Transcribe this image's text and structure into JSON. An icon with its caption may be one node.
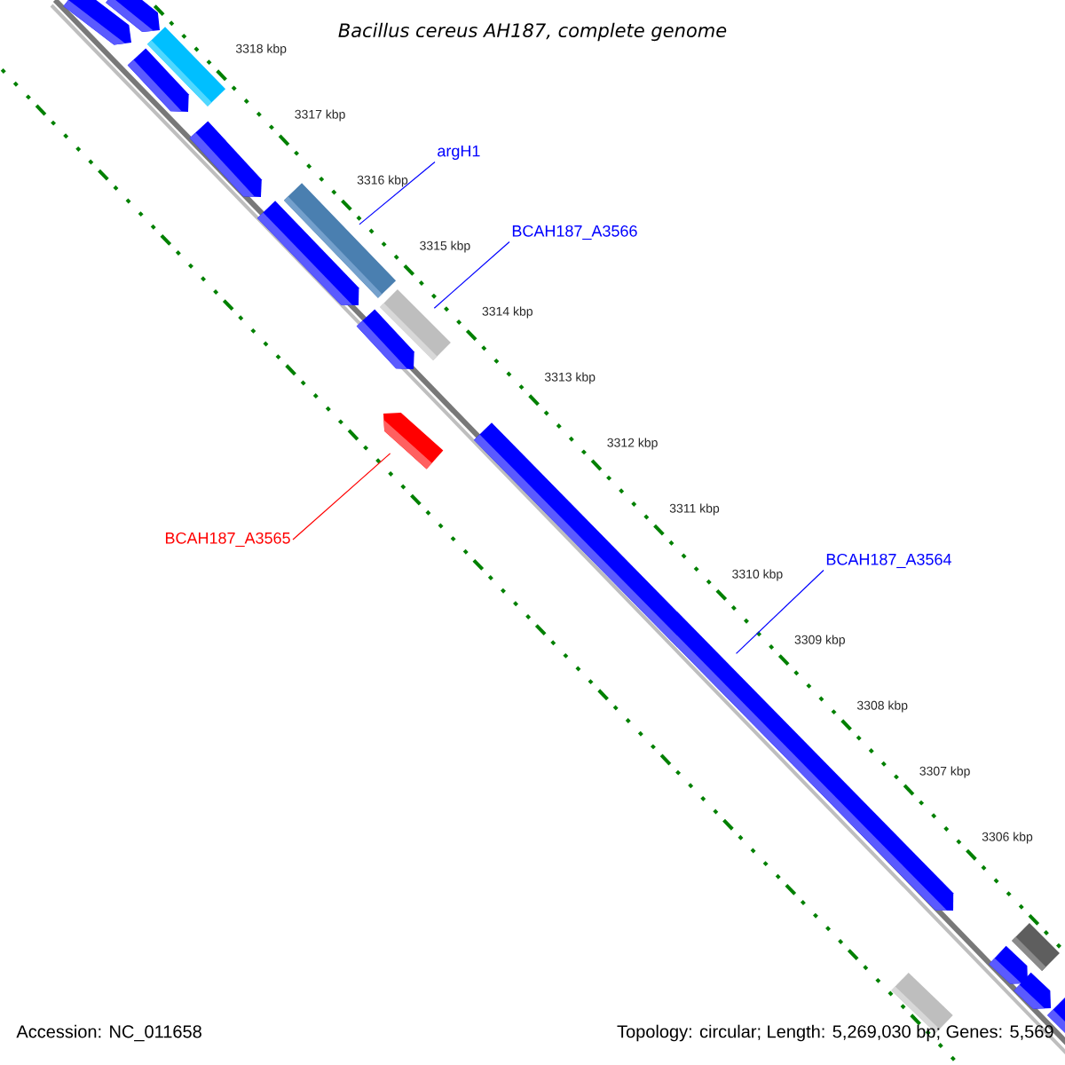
{
  "diagram": {
    "title": "Bacillus cereus AH187, complete genome",
    "nodes": [
      {
        "text": [
          "argH1"
        ]
      },
      {
        "text": [
          "BCAH187_A3566"
        ]
      },
      {
        "text": [],
        "shape": "arrow"
      },
      {
        "text": [],
        "shape": "arrow"
      },
      {
        "text": [],
        "shape": "arrow"
      },
      {
        "text": [],
        "shape": "arrow"
      },
      {
        "text": [
          "BCAH187_A3565"
        ]
      },
      {
        "text": [
          "BCAH187_A3564"
        ]
      }
    ],
    "edges": [
      {
        "from": 0,
        "to": 2,
        "arrow": "none"
      },
      {
        "from": 1,
        "to": 3,
        "arrow": "none"
      },
      {
        "from": 6,
        "to": 5,
        "arrow": "none",
        "color": "#ff0000"
      },
      {
        "from": 7,
        "to": 4,
        "arrow": "none"
      }
    ],
    "labels": [
      "3318 kbp",
      "3317 kbp",
      "3316 kbp",
      "3315 kbp",
      "3314 kbp",
      "3313 kbp",
      "3312 kbp",
      "3311 kbp",
      "3310 kbp",
      "3309 kbp",
      "3308 kbp",
      "3307 kbp",
      "3306 kbp",
      "Accession: NC_011658",
      "Topology: circular; Length: 5,269,030 bp; Genes: 5,569"
    ]
  }
}
